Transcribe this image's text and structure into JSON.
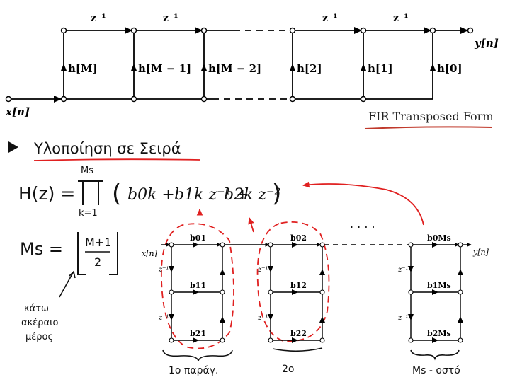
{
  "top_diagram": {
    "delay_label": "z⁻¹",
    "coef_labels": [
      "h[M]",
      "h[M − 1]",
      "h[M − 2]",
      "h[2]",
      "h[1]",
      "h[0]"
    ],
    "input_label": "x[n]",
    "output_label": "y[n]",
    "caption": "FIR Transposed Form"
  },
  "notes": {
    "heading": "Υλοποίηση σε Σειρά",
    "h_lhs": "H(z) =",
    "prod_upper": "Ms",
    "prod_lower": "k=1",
    "term_b0": "b0k +",
    "term_b1": "b1k z⁻¹ +",
    "term_b2": "b2k z⁻²",
    "ms_lhs": "Ms =",
    "ms_num": "M+1",
    "ms_den": "2",
    "floor_note": [
      "κάτω",
      "ακέραιο",
      "μέρος"
    ],
    "dots": ". . . ."
  },
  "cascade": {
    "input_label": "x[n]",
    "output_label": "y[n]",
    "delay_label": "z⁻¹",
    "section1": {
      "coefs": [
        "b01",
        "b11",
        "b21"
      ],
      "note": "1ο παράγ."
    },
    "section2": {
      "coefs": [
        "b02",
        "b12",
        "b22"
      ],
      "note": "2ο"
    },
    "section3": {
      "coefs": [
        "b0Ms",
        "b1Ms",
        "b2Ms"
      ],
      "note": "Ms - οστό"
    }
  },
  "colors": {
    "ink": "#000000",
    "annotation_red": "#e02020",
    "caption_line": "#c0392b"
  }
}
